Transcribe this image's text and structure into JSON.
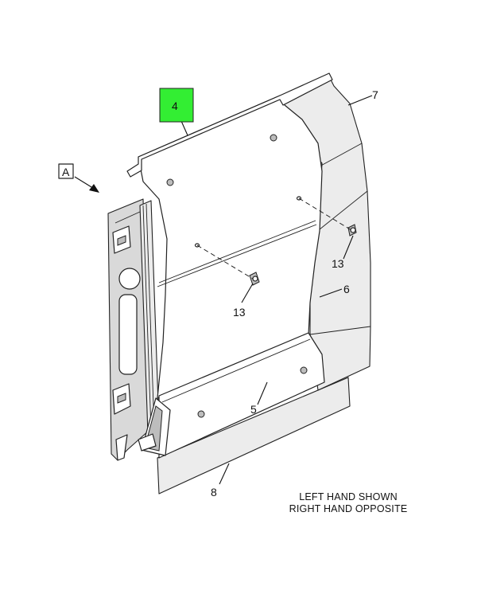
{
  "callouts": {
    "view_a": "A",
    "part_4": "4",
    "part_7": "7",
    "part_13_right": "13",
    "part_13_left": "13",
    "part_6": "6",
    "part_5": "5",
    "part_8": "8"
  },
  "note": {
    "line1": "LEFT HAND SHOWN",
    "line2": "RIGHT HAND OPPOSITE"
  },
  "colors": {
    "highlight": "#33ee33",
    "line": "#222222",
    "shade": "#d9d9d9"
  }
}
